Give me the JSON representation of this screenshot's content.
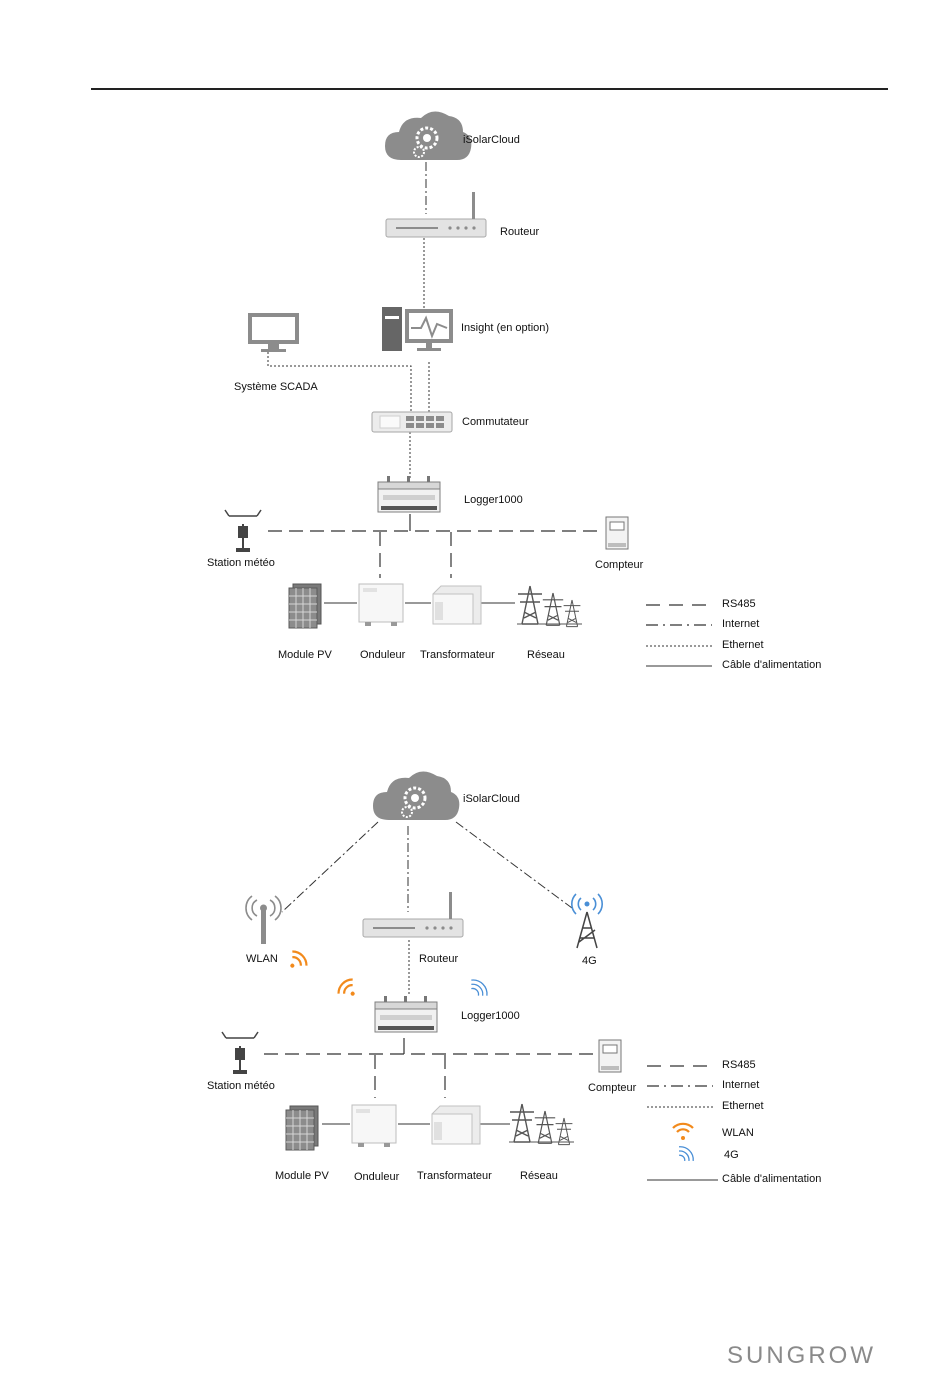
{
  "diagram1": {
    "labels": {
      "cloud": "iSolarCloud",
      "router": "Routeur",
      "insight": "Insight (en option)",
      "scada": "Système SCADA",
      "switch": "Commutateur",
      "logger": "Logger1000",
      "weather": "Station météo",
      "meter": "Compteur",
      "pv": "Module PV",
      "inverter": "Onduleur",
      "transformer": "Transformateur",
      "grid": "Réseau"
    },
    "legend": {
      "rs485": "RS485",
      "internet": "Internet",
      "ethernet": "Ethernet",
      "power": "Câble d'alimentation"
    }
  },
  "diagram2": {
    "labels": {
      "cloud": "iSolarCloud",
      "wlan": "WLAN",
      "router": "Routeur",
      "g4": "4G",
      "logger": "Logger1000",
      "weather": "Station météo",
      "meter": "Compteur",
      "pv": "Module PV",
      "inverter": "Onduleur",
      "transformer": "Transformateur",
      "grid": "Réseau"
    },
    "legend": {
      "rs485": "RS485",
      "internet": "Internet",
      "ethernet": "Ethernet",
      "wlan": "WLAN",
      "g4": "4G",
      "power": "Câble d'alimentation"
    }
  },
  "footer": {
    "brand": "SUNGROW"
  },
  "colors": {
    "icon": "#8c8c8c",
    "wifi_orange": "#f28a1c",
    "signal_blue": "#4a8fd6"
  }
}
